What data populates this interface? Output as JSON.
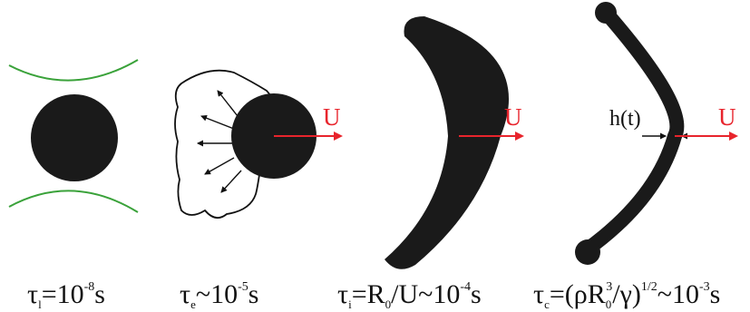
{
  "colors": {
    "shape": "#1a1a1a",
    "velocity_arrow": "#e8242c",
    "flow_lines": "#3aa23a",
    "outline": "#111111"
  },
  "velocity_label": "U",
  "film_label": "h(t)",
  "captions": {
    "c1": {
      "tau": "τ",
      "sub": "l",
      "eq": "=10",
      "sup": "-8",
      "unit": "s"
    },
    "c2": {
      "tau": "τ",
      "sub": "e",
      "eq": "~10",
      "sup": "-5",
      "unit": "s"
    },
    "c3": {
      "tau": "τ",
      "sub": "i",
      "eq": "=R",
      "sub2": "0",
      "mid": "/U~10",
      "sup": "-4",
      "unit": "s"
    },
    "c4": {
      "tau": "τ",
      "sub": "c",
      "eq": "=(ρR",
      "sub2": "0",
      "sup1": "3",
      "mid": "/γ)",
      "sup2": "1/2",
      "end": "~10",
      "sup3": "-3",
      "unit": "s"
    }
  }
}
